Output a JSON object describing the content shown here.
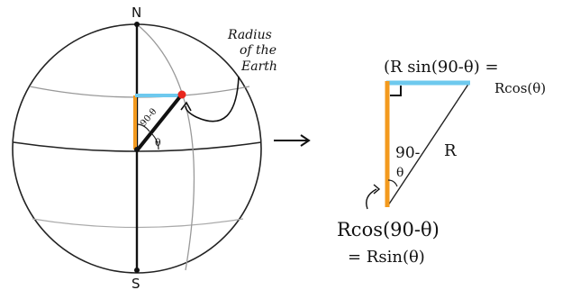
{
  "globe": {
    "north_label": "N",
    "south_label": "S",
    "annotation_line1": "Radius",
    "annotation_line2": "of the",
    "annotation_line3": "Earth",
    "angle_label": "θ",
    "complement_label": "90-θ",
    "colors": {
      "radius": "#111111",
      "horizontal_segment": "#6ec9ee",
      "vertical_segment": "#f39a1e",
      "point": "#e8261d",
      "gridlines": "#999999"
    }
  },
  "arrow": {
    "symbol": "→"
  },
  "triangle": {
    "top_label": "(R sin(90-θ) =",
    "top_label_right": "Rcos(θ)",
    "angle_label_line1": "90-",
    "angle_label_line2": "θ",
    "hypotenuse_label": "R",
    "bottom_label_line1": "Rcos(90-θ)",
    "bottom_label_line2": "= Rsin(θ)"
  }
}
